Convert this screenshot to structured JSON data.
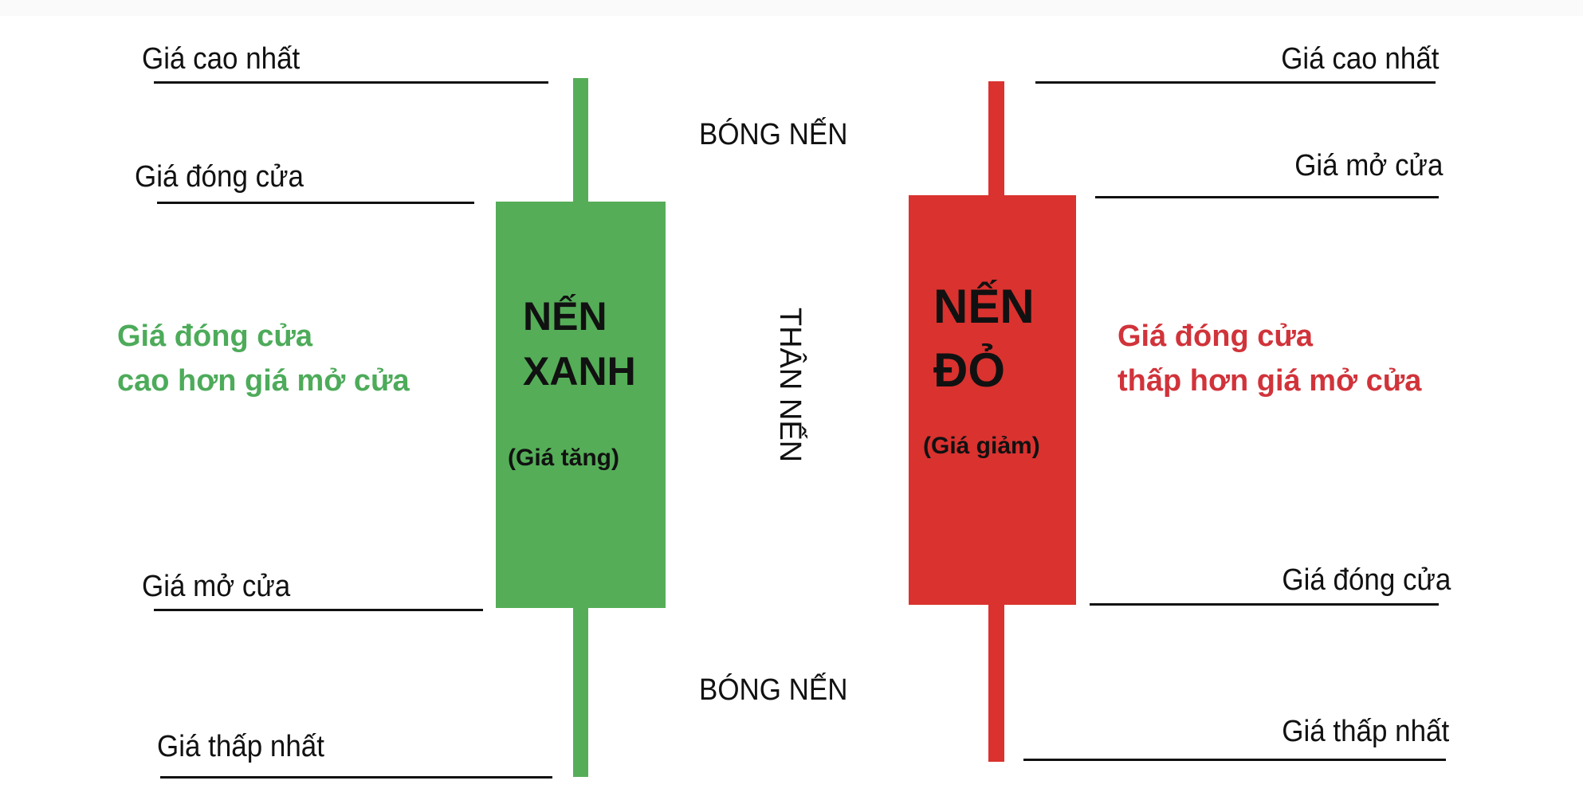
{
  "colors": {
    "green": "#55ad58",
    "red": "#da322f",
    "green_text": "#4dab5a",
    "red_text": "#d1333a",
    "line": "#111111"
  },
  "green_candle": {
    "labels": {
      "high": "Giá cao nhất",
      "close": "Giá đóng cửa",
      "open": "Giá mở cửa",
      "low": "Giá thấp nhất"
    },
    "description": [
      "Giá đóng cửa",
      "cao hơn giá mở cửa"
    ],
    "body_title": [
      "NẾN",
      "XANH"
    ],
    "body_subtitle": "(Giá tăng)"
  },
  "red_candle": {
    "labels": {
      "high": "Giá cao nhất",
      "open": "Giá mở cửa",
      "close": "Giá đóng cửa",
      "low": "Giá thấp nhất"
    },
    "description": [
      "Giá đóng cửa",
      "thấp hơn giá mở cửa"
    ],
    "body_title": [
      "NẾN",
      "ĐỎ"
    ],
    "body_subtitle": "(Giá giảm)"
  },
  "center": {
    "upper_shadow": "BÓNG NẾN",
    "body": "THÂN NẾN",
    "lower_shadow": "BÓNG NẾN"
  }
}
